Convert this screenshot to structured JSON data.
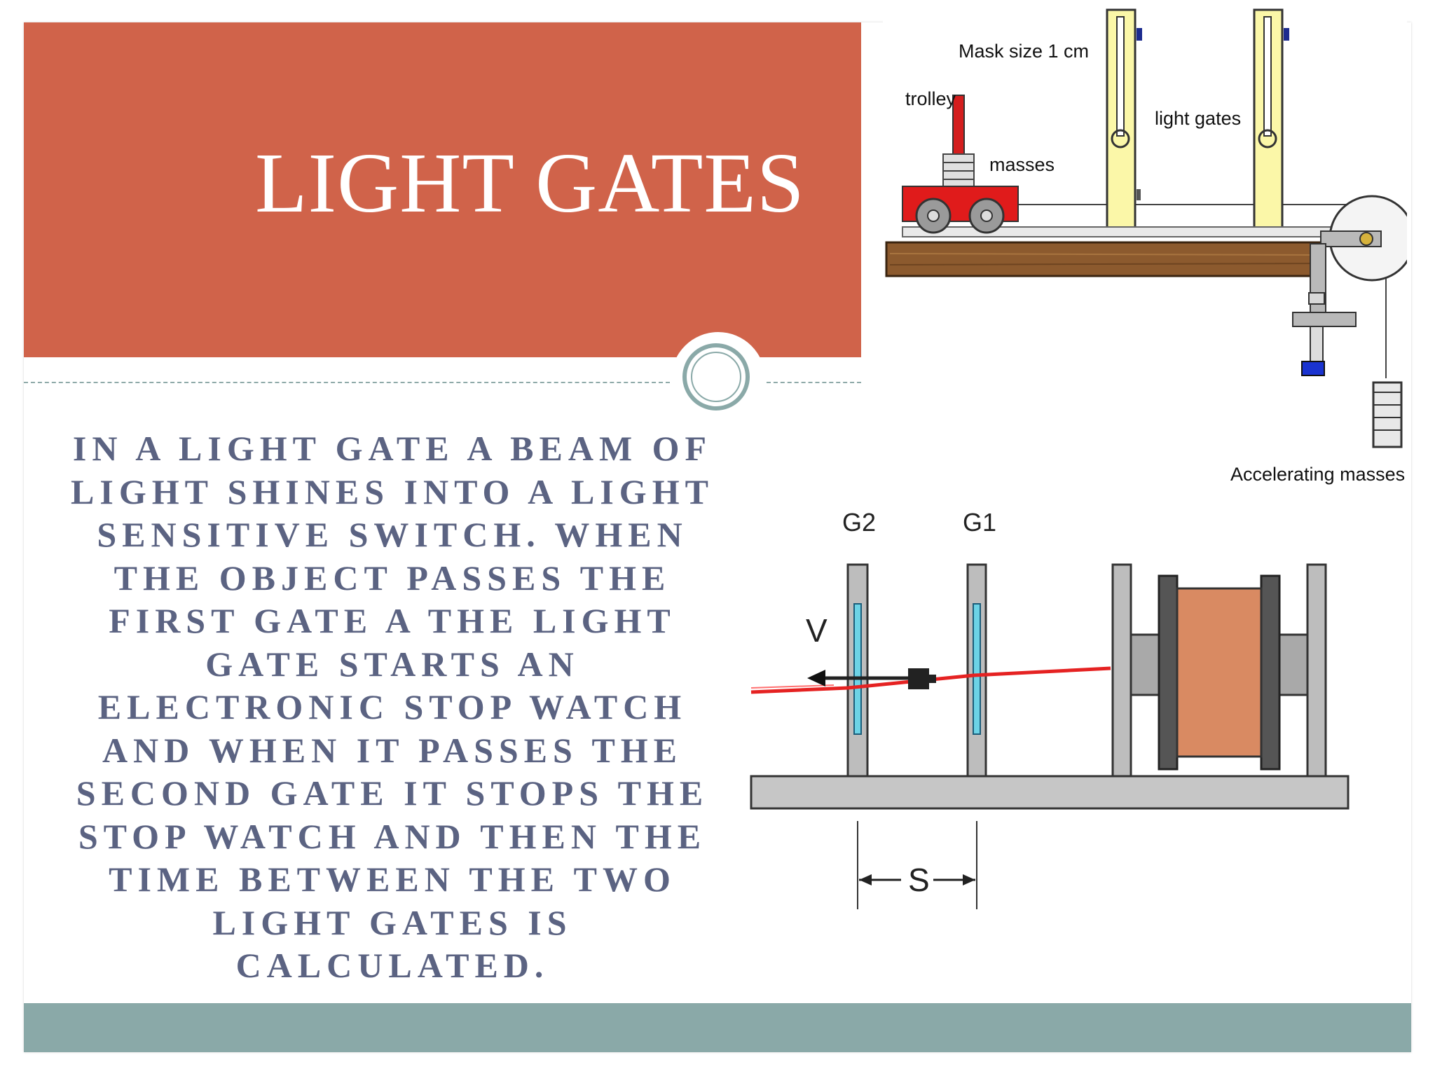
{
  "slide": {
    "title": "LIGHT GATES",
    "body": "IN A LIGHT GATE A BEAM OF LIGHT SHINES INTO A LIGHT SENSITIVE SWITCH. WHEN THE OBJECT PASSES THE FIRST GATE A THE LIGHT GATE STARTS AN ELECTRONIC STOP WATCH AND WHEN IT PASSES THE SECOND GATE IT STOPS THE STOP WATCH AND THEN THE TIME BETWEEN THE TWO LIGHT GATES IS CALCULATED."
  },
  "diagram_top": {
    "mask_label": "Mask size 1 cm",
    "trolley_label": "trolley",
    "masses_label": "masses",
    "light_gates_label": "light gates",
    "accelerating_label": "Accelerating masses"
  },
  "diagram_bottom": {
    "gate2_label": "G2",
    "gate1_label": "G1",
    "velocity_label": "V",
    "distance_label": "S"
  },
  "colors": {
    "title_band": "#d0634a",
    "accent_teal": "#8aa9a8",
    "body_text": "#5b6382"
  }
}
